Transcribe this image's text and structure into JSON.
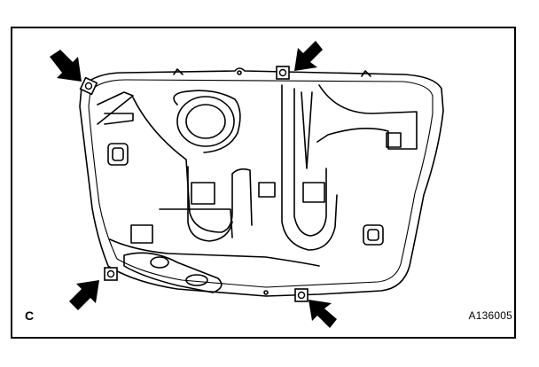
{
  "figure": {
    "view_letter": "C",
    "figure_id": "A136005",
    "line_color": "#000000",
    "background": "#ffffff"
  },
  "parts": {
    "tank": "fuel-tank-bottom-view",
    "fasteners": [
      "bolt-top-left",
      "bolt-top-center",
      "bolt-bottom-left",
      "bolt-bottom-center"
    ],
    "arrows": [
      "arrow-top-left",
      "arrow-top-center",
      "arrow-bottom-left",
      "arrow-bottom-right"
    ]
  }
}
